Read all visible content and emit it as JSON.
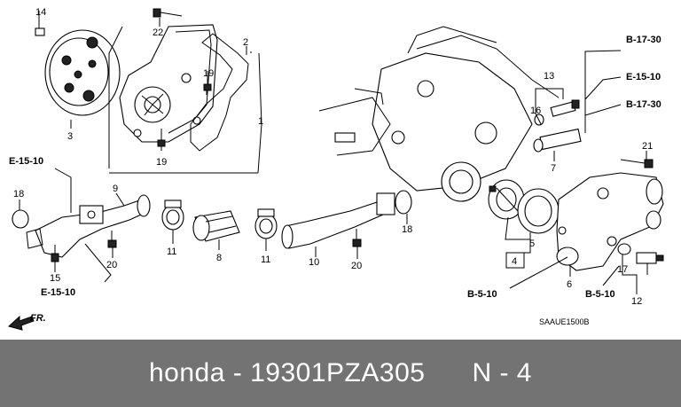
{
  "banner": {
    "brand": "honda",
    "separator": "-",
    "part_number": "19301PZA305",
    "position_label": "N - 4"
  },
  "diagram_code": "SAAUE1500B",
  "front_indicator": "FR.",
  "callouts": {
    "c1": "1",
    "c2": "2",
    "c3": "3",
    "c4": "4",
    "c5": "5",
    "c6": "6",
    "c7": "7",
    "c8": "8",
    "c9": "9",
    "c10": "10",
    "c11a": "11",
    "c11b": "11",
    "c12": "12",
    "c13": "13",
    "c14": "14",
    "c15": "15",
    "c16": "16",
    "c17": "17",
    "c18a": "18",
    "c18b": "18",
    "c19a": "19",
    "c19b": "19",
    "c20a": "20",
    "c20b": "20",
    "c21": "21",
    "c22": "22"
  },
  "references": {
    "r_b1730_top": "B-17-30",
    "r_e1510_right": "E-15-10",
    "r_b1730_right": "B-17-30",
    "r_e1510_left": "E-15-10",
    "r_e1510_bottom": "E-15-10",
    "r_b510_left": "B-5-10",
    "r_b510_right": "B-5-10"
  }
}
